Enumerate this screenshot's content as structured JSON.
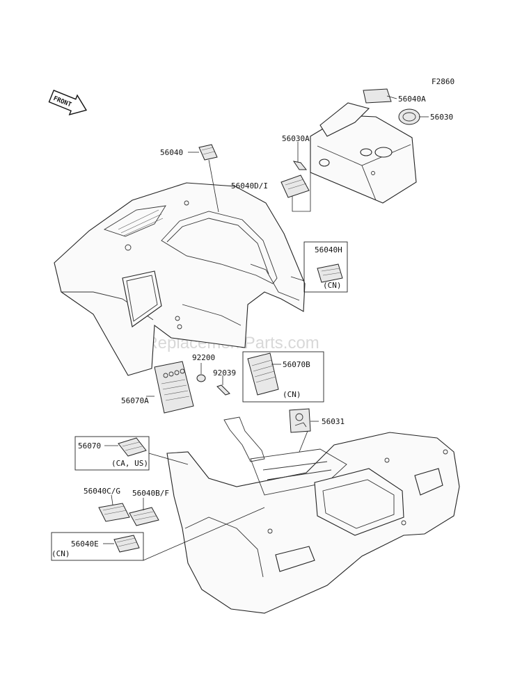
{
  "figure_code": "F2860",
  "direction_label": "FRONT",
  "watermark": "eReplacementParts.com",
  "callouts": {
    "p56040A": "56040A",
    "p56030": "56030",
    "p56030A": "56030A",
    "p56040": "56040",
    "p56040DI": "56040D/I",
    "p56040H": "56040H",
    "p56040H_note": "(CN)",
    "p92200": "92200",
    "p92039": "92039",
    "p56070B": "56070B",
    "p56070B_note": "(CN)",
    "p56070A": "56070A",
    "p56031": "56031",
    "p56070": "56070",
    "p56070_note": "(CA, US)",
    "p56040CG": "56040C/G",
    "p56040BF": "56040B/F",
    "p56040E": "56040E",
    "p56040E_note": "(CN)"
  }
}
